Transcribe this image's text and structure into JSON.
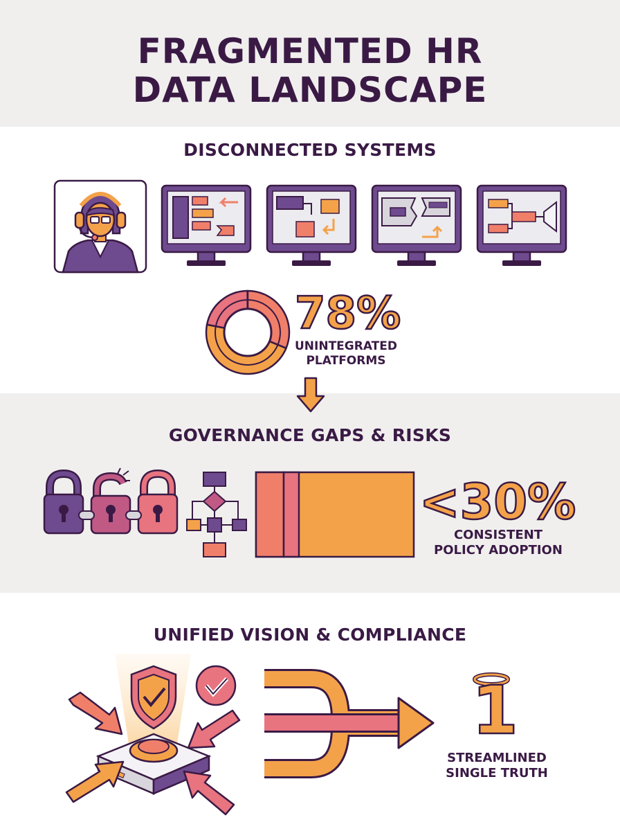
{
  "title": {
    "line1": "FRAGMENTED HR",
    "line2": "DATA LANDSCAPE"
  },
  "sections": {
    "disconnected": {
      "heading": "DISCONNECTED SYSTEMS",
      "stat": {
        "value": "78%",
        "label_line1": "UNINTEGRATED",
        "label_line2": "PLATFORMS"
      },
      "donut_fraction": 0.78
    },
    "governance": {
      "heading": "GOVERNANCE GAPS & RISKS",
      "stat": {
        "value": "<30%",
        "label_line1": "CONSISTENT",
        "label_line2": "POLICY ADOPTION"
      }
    },
    "unified": {
      "heading": "UNIFIED VISION & COMPLIANCE",
      "stat": {
        "value": "1",
        "label_line1": "STREAMLINED",
        "label_line2": "SINGLE TRUTH"
      }
    }
  },
  "icons": [
    "hr-agent-icon",
    "monitor-icon",
    "flow-arrow-icon",
    "padlock-icon",
    "broken-lock-icon",
    "chain-icon",
    "flowchart-icon",
    "bar-icon",
    "shield-check-icon",
    "checkmark-badge-icon",
    "server-hub-icon",
    "merge-arrow-icon",
    "halo-icon"
  ],
  "colors": {
    "purple": "#6e4a8e",
    "dark": "#3a1a45",
    "orange": "#f4a24a",
    "coral": "#f07f6a",
    "pink": "#e8747f",
    "band": "#f0efee"
  }
}
